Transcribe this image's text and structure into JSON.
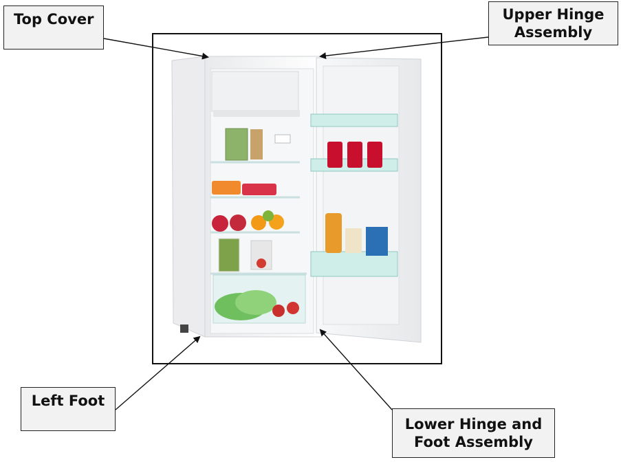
{
  "labels": {
    "top_cover": "Top Cover",
    "upper_hinge": "Upper Hinge\nAssembly",
    "left_foot": "Left Foot",
    "lower_hinge": "Lower Hinge and\nFoot Assembly"
  },
  "colors": {
    "line": "#111111",
    "label_bg": "#f2f2f2",
    "can_red": "#c8102e",
    "shelf_tint": "#bfe6e4"
  }
}
